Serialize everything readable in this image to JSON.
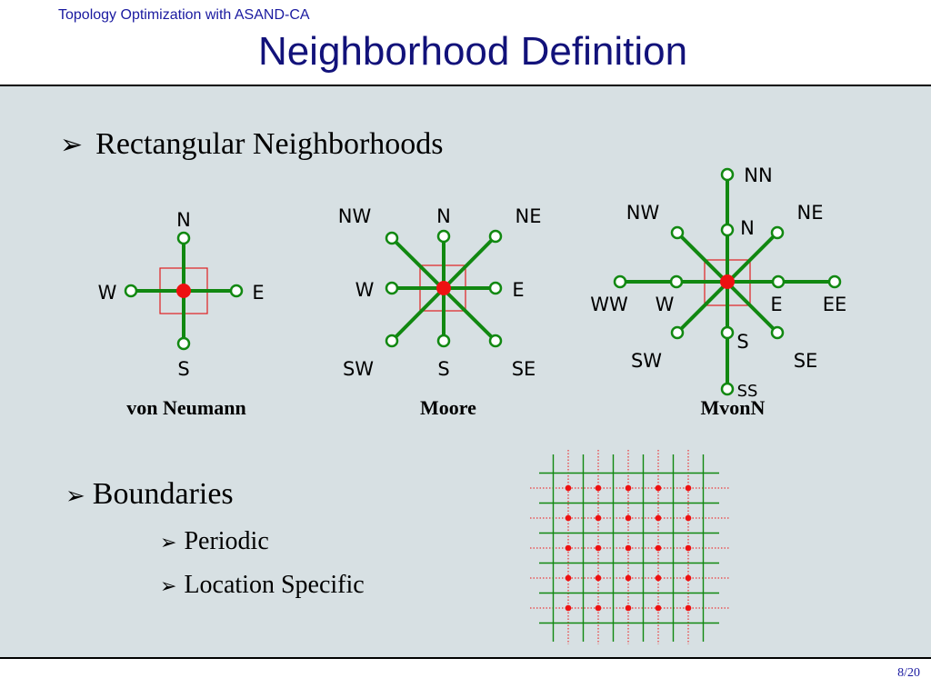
{
  "header": {
    "subtitle": "Topology Optimization with ASAND-CA",
    "title": "Neighborhood Definition"
  },
  "bullets": {
    "rect": "Rectangular Neighborhoods",
    "boundaries": "Boundaries",
    "periodic": "Periodic",
    "location": "Location Specific"
  },
  "diagrams": {
    "vn": {
      "caption": "von Neumann",
      "labels": {
        "n": "N",
        "s": "S",
        "e": "E",
        "w": "W"
      }
    },
    "moore": {
      "caption": "Moore",
      "labels": {
        "n": "N",
        "s": "S",
        "e": "E",
        "w": "W",
        "ne": "NE",
        "nw": "NW",
        "se": "SE",
        "sw": "SW"
      }
    },
    "mvonn": {
      "caption": "MvonN",
      "labels": {
        "nn": "NN",
        "n": "N",
        "s": "S",
        "ss": "SS",
        "e": "E",
        "ee": "EE",
        "w": "W",
        "ww": "WW",
        "ne": "NE",
        "nw": "NW",
        "se": "SE",
        "sw": "SW"
      }
    }
  },
  "grid_diagram": {
    "rows": 5,
    "cols": 5
  },
  "footer": {
    "page": "8/20"
  },
  "colors": {
    "title": "#12127a",
    "link_green": "#118811",
    "center_red": "#ee1111",
    "background": "#d7e0e3"
  }
}
